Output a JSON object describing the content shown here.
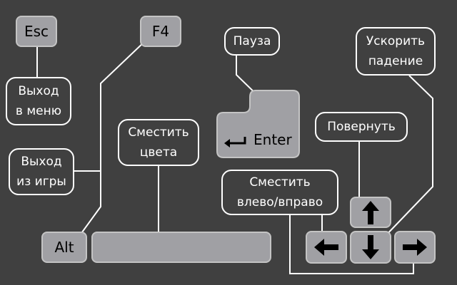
{
  "keys": {
    "esc": "Esc",
    "f4": "F4",
    "enter": "Enter",
    "alt": "Alt",
    "space": ""
  },
  "labels": {
    "exit_menu": [
      "Выход",
      "в меню"
    ],
    "exit_game": [
      "Выход",
      "из игры"
    ],
    "shift_colors": [
      "Сместить",
      "цвета"
    ],
    "pause": [
      "Пауза"
    ],
    "speed_drop": [
      "Ускорить",
      "падение"
    ],
    "rotate": [
      "Повернуть"
    ],
    "move_lr": [
      "Сместить",
      "влево/вправо"
    ]
  },
  "colors": {
    "background": "#404040",
    "key_fill": "#a0a0a4",
    "key_border": "#c4c4c4",
    "line": "#ffffff"
  }
}
